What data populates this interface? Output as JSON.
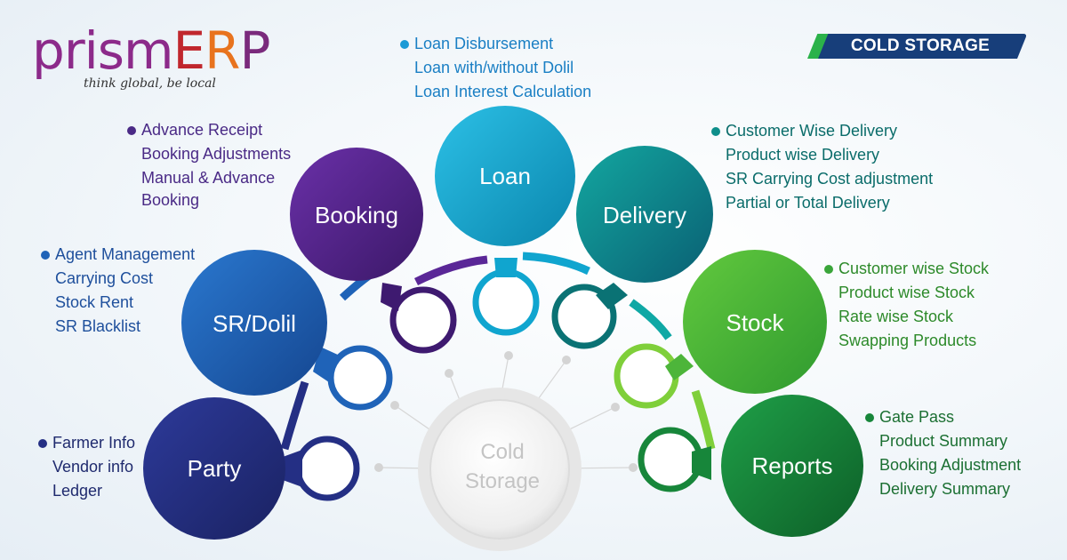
{
  "logo": {
    "part1": "prism",
    "part2": "E",
    "part3": "R",
    "part4": "P",
    "tagline": "think global, be local"
  },
  "badge": {
    "label": "COLD STORAGE"
  },
  "center": {
    "line1": "Cold",
    "line2": "Storage"
  },
  "modules": [
    {
      "id": "loan",
      "label": "Loan",
      "color": "#10a5cf",
      "dark": "#0a86ad",
      "features": [
        "Loan Disbursement",
        "Loan with/without Dolil",
        "Loan Interest Calculation"
      ]
    },
    {
      "id": "booking",
      "label": "Booking",
      "color": "#5a2797",
      "dark": "#3e1a70",
      "features": [
        "Advance Receipt",
        "Booking Adjustments",
        "Manual & Advance",
        "Booking"
      ]
    },
    {
      "id": "delivery",
      "label": "Delivery",
      "color": "#0e8e8a",
      "dark": "#0a6a6e",
      "features": [
        "Customer Wise Delivery",
        "Product wise Delivery",
        "SR Carrying Cost adjustment",
        "Partial or Total Delivery"
      ]
    },
    {
      "id": "srdolil",
      "label": "SR/Dolil",
      "color": "#1f63b8",
      "dark": "#164a95",
      "features": [
        "Agent Management",
        "Carrying Cost",
        "Stock Rent",
        "SR Blacklist"
      ]
    },
    {
      "id": "stock",
      "label": "Stock",
      "color": "#4db53a",
      "dark": "#2f9a2f",
      "features": [
        "Customer wise Stock",
        "Product wise Stock",
        "Rate wise Stock",
        "Swapping Products"
      ]
    },
    {
      "id": "party",
      "label": "Party",
      "color": "#242f84",
      "dark": "#1b2366",
      "features": [
        "Farmer Info",
        "Vendor info",
        "Ledger"
      ]
    },
    {
      "id": "reports",
      "label": "Reports",
      "color": "#17863a",
      "dark": "#0f6a2c",
      "features": [
        "Gate Pass",
        "Product Summary",
        "Booking Adjustment",
        "Delivery Summary"
      ]
    }
  ],
  "colors": {
    "loan_text": "#1a7fc4",
    "booking_text": "#4a2a86",
    "delivery_text": "#0a6c6a",
    "srdolil_text": "#1e4f9c",
    "stock_text": "#2d8a2a",
    "party_text": "#1f2a6e",
    "reports_text": "#1b6f32"
  }
}
